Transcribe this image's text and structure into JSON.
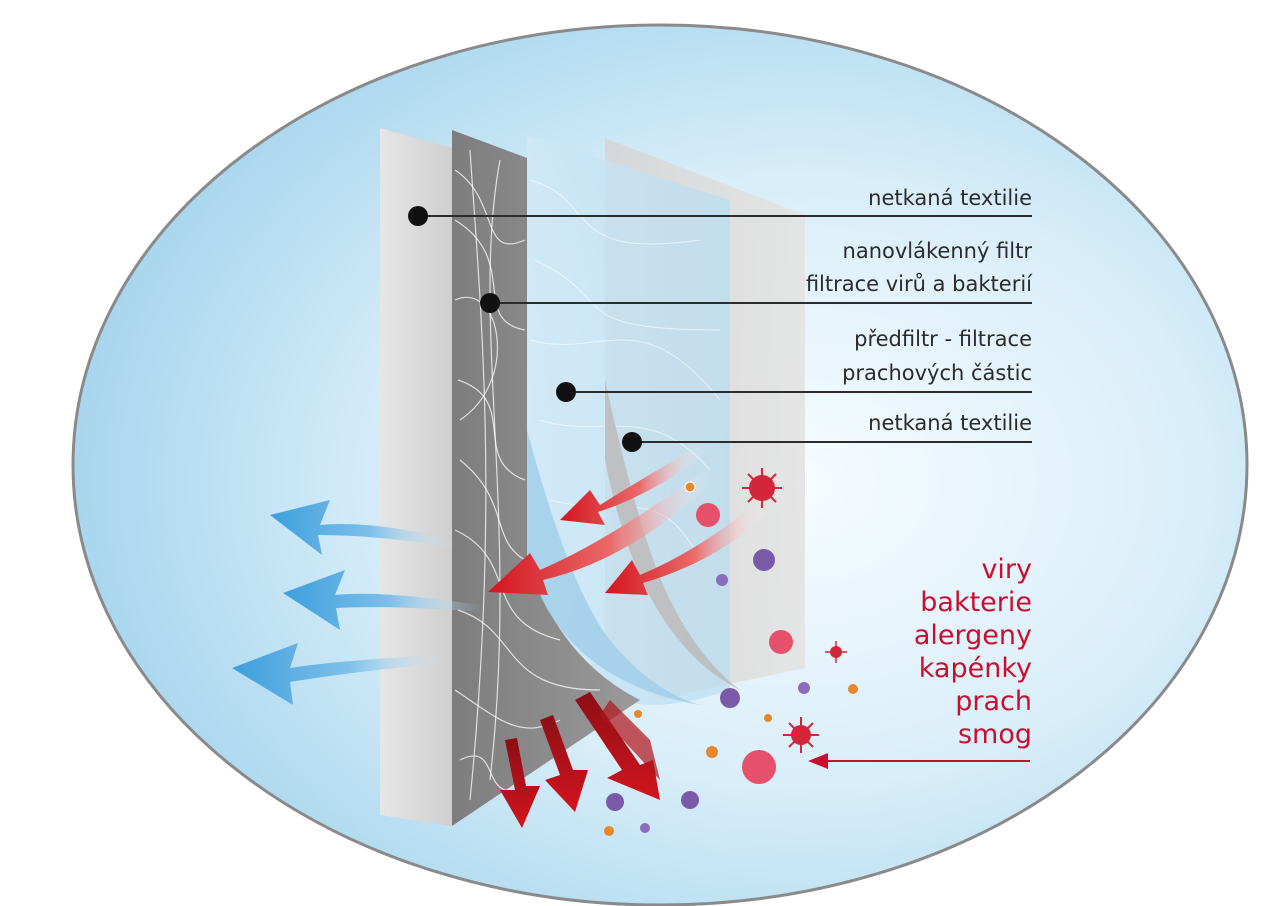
{
  "layers": [
    {
      "lines": [
        "netkaná textilie"
      ]
    },
    {
      "lines": [
        "nanovlákenný filtr",
        "filtrace virů a bakterií"
      ]
    },
    {
      "lines": [
        "předfiltr - filtrace",
        "prachových částic"
      ]
    },
    {
      "lines": [
        "netkaná textilie"
      ]
    }
  ],
  "threats": [
    "viry",
    "bakterie",
    "alergeny",
    "kapénky",
    "prach",
    "smog"
  ],
  "colors": {
    "oval_center": "#f4fbff",
    "oval_edge": "#9fd3ee",
    "oval_border": "#8a8a8a",
    "label_text": "#2b2b2b",
    "threat_text": "#c8102e",
    "red_arrow": "#d4141e",
    "blue_arrow": "#3d9fdc",
    "virus_purple": "#7a5aa8",
    "virus_red": "#d3263a",
    "particle_orange": "#e8862a"
  }
}
